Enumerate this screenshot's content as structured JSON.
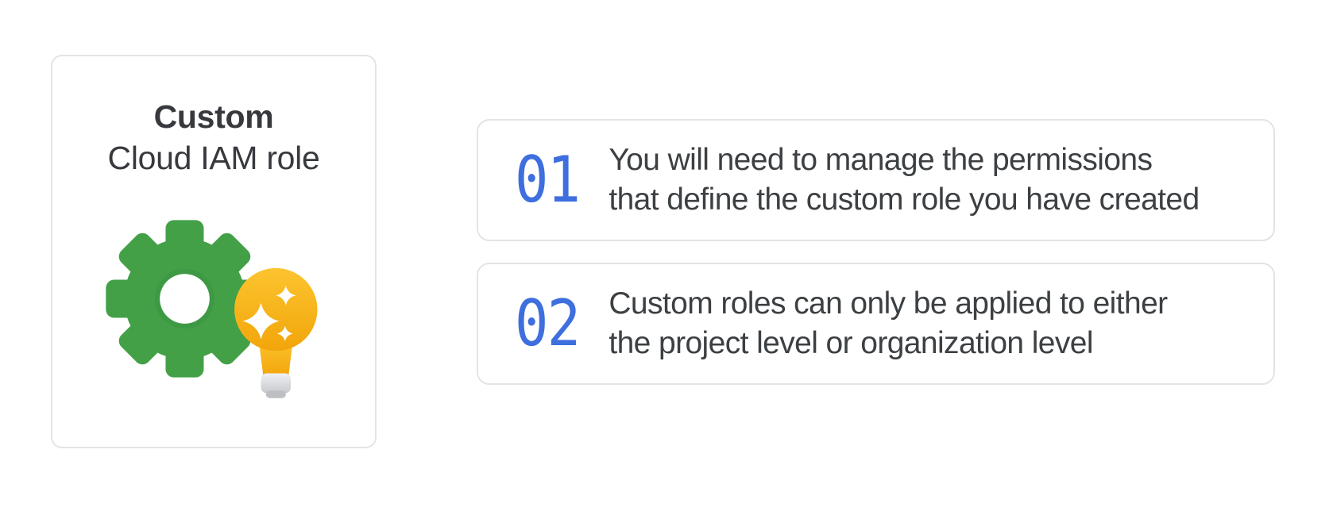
{
  "card": {
    "title_line1": "Custom",
    "title_line2": "Cloud IAM role",
    "icon": "gear-with-lightbulb-sparkles"
  },
  "points": [
    {
      "number": "01",
      "line1": "You will need to manage the permissions",
      "line2": "that define the custom role you have created"
    },
    {
      "number": "02",
      "line1": "Custom roles can only be applied to either",
      "line2": "the project level or organization level"
    }
  ],
  "colors": {
    "accent_blue": "#3f6fde",
    "gear_green": "#43a047",
    "bulb_amber": "#fbbc04",
    "bulb_amber_deep": "#f2a50a",
    "base_gray": "#c7c9cd",
    "text_dark": "#3c4043",
    "card_border": "#e2e4e7",
    "background": "#ffffff"
  }
}
